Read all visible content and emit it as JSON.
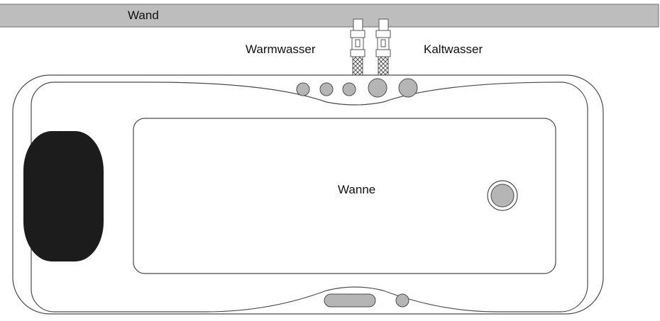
{
  "labels": {
    "wall": "Wand",
    "hot_water": "Warmwasser",
    "cold_water": "Kaltwasser",
    "tub": "Wanne"
  },
  "colors": {
    "wall_fill": "#bdbdbd",
    "outline": "#4a4a4a",
    "control_fill": "#b5b5b5",
    "headrest_fill": "#1c1c1c",
    "background": "#ffffff"
  }
}
